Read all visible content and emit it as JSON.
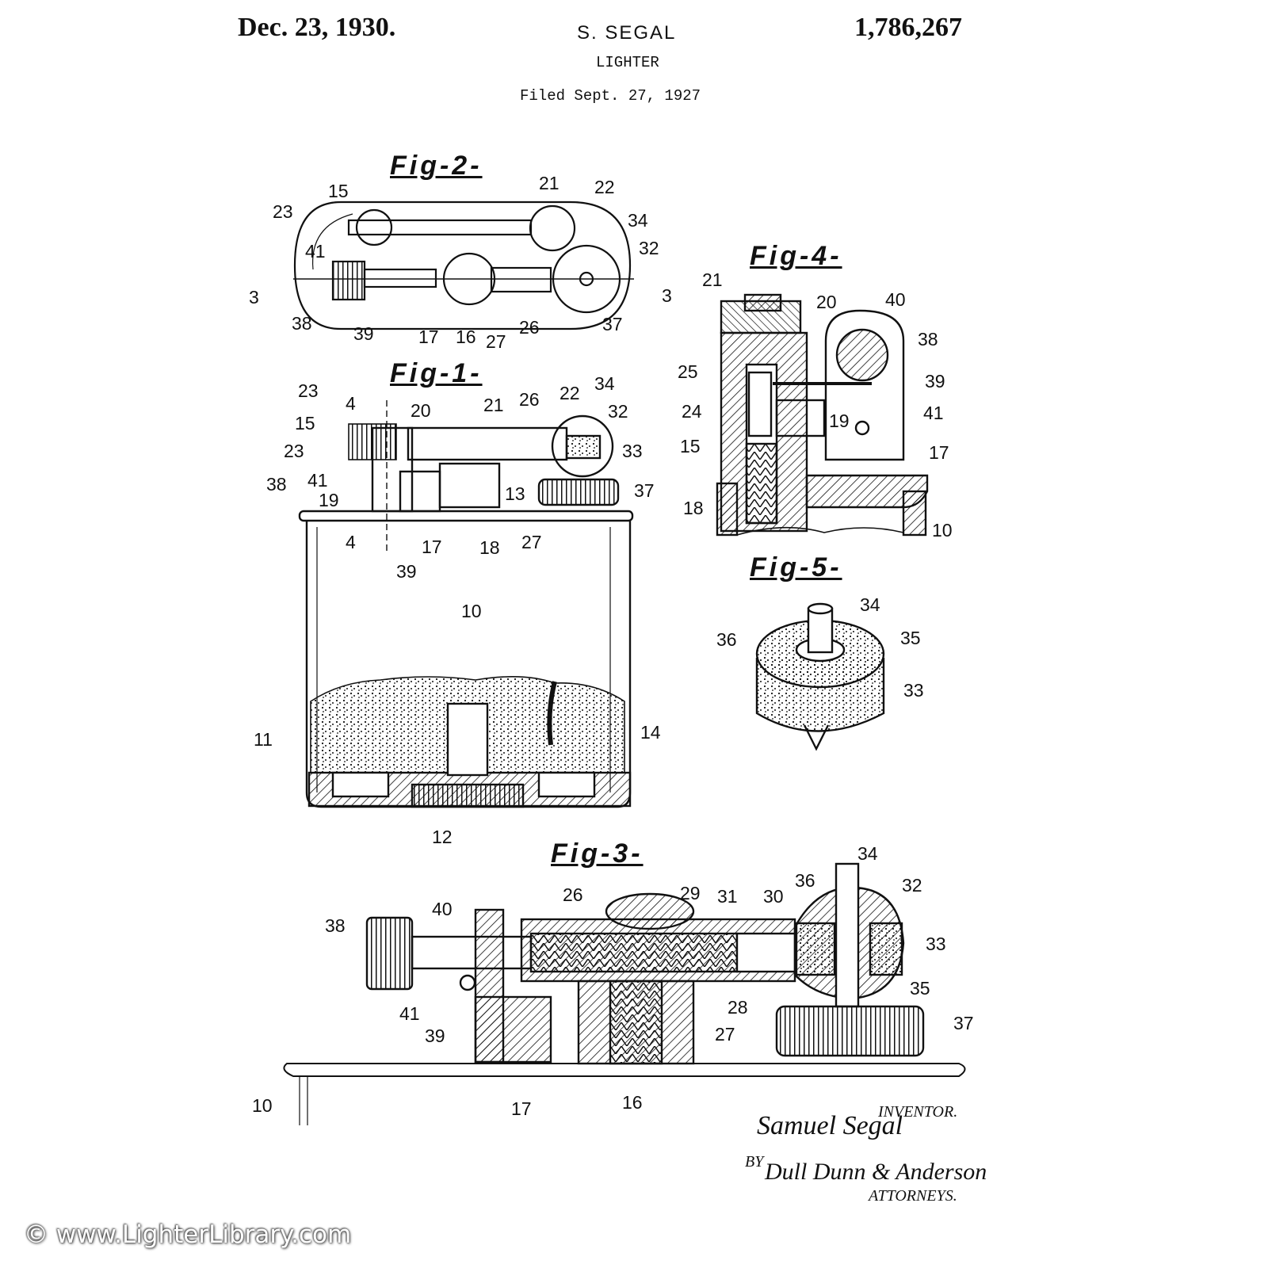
{
  "header": {
    "date": "Dec. 23, 1930.",
    "inventor_name": "S. SEGAL",
    "patent_number": "1,786,267",
    "title": "LIGHTER",
    "filed": "Filed Sept. 27, 1927"
  },
  "figures": {
    "fig1": {
      "title": "Fig-1-",
      "refs": [
        "23",
        "4",
        "15",
        "20",
        "21",
        "26",
        "22",
        "34",
        "32",
        "23",
        "33",
        "38",
        "41",
        "19",
        "13",
        "37",
        "17",
        "18",
        "27",
        "4",
        "39",
        "10",
        "11",
        "14",
        "12"
      ]
    },
    "fig2": {
      "title": "Fig-2-",
      "refs": [
        "15",
        "21",
        "22",
        "23",
        "34",
        "41",
        "32",
        "3",
        "3",
        "38",
        "39",
        "17",
        "16",
        "27",
        "26",
        "37"
      ]
    },
    "fig3": {
      "title": "Fig-3-",
      "refs": [
        "34",
        "38",
        "40",
        "26",
        "29",
        "31",
        "30",
        "36",
        "32",
        "33",
        "35",
        "41",
        "28",
        "39",
        "27",
        "37",
        "10",
        "17",
        "16"
      ]
    },
    "fig4": {
      "title": "Fig-4-",
      "refs": [
        "21",
        "20",
        "40",
        "38",
        "25",
        "39",
        "24",
        "19",
        "41",
        "15",
        "17",
        "18",
        "10"
      ]
    },
    "fig5": {
      "title": "Fig-5-",
      "refs": [
        "34",
        "36",
        "35",
        "33"
      ]
    }
  },
  "signature": {
    "inventor_label": "INVENTOR.",
    "inventor_signature": "Samuel Segal",
    "by_label": "BY",
    "attorneys_signature": "Dull Dunn & Anderson",
    "attorneys_label": "ATTORNEYS."
  },
  "watermark": "© www.LighterLibrary.com",
  "colors": {
    "ink": "#111111",
    "paper": "#ffffff"
  }
}
